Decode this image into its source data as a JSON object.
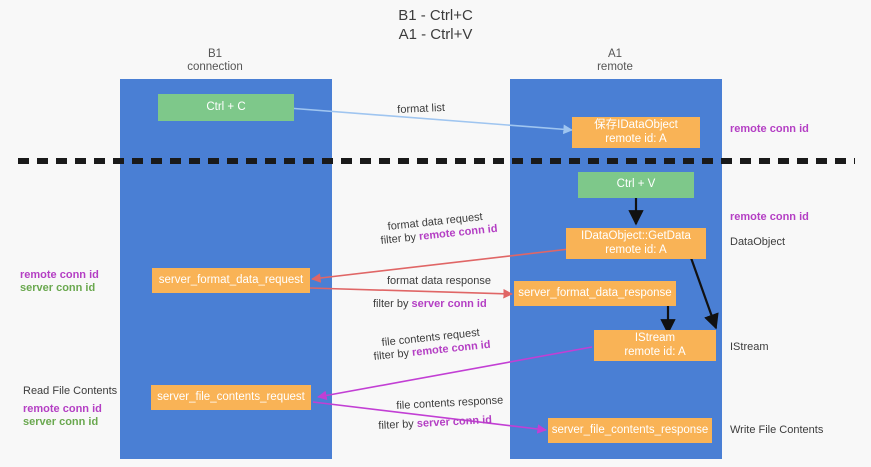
{
  "diagram": {
    "title": "B1 - Ctrl+C\nA1 - Ctrl+V",
    "lanes": [
      {
        "name": "b1",
        "label": "B1\nconnection",
        "color": "#4a7fd4"
      },
      {
        "name": "a1",
        "label": "A1\nremote",
        "color": "#4a7fd4"
      }
    ],
    "boxes": {
      "ctrl_c": "Ctrl + C",
      "ctrl_v": "Ctrl + V",
      "save_idataobject": "保存IDataObject\nremote id: A",
      "idataobject_getdata": "IDataObject::GetData\nremote id: A",
      "istream": "IStream\nremote id: A",
      "server_format_data_request": "server_format_data_request",
      "server_format_data_response": "server_format_data_response",
      "server_file_contents_request": "server_file_contents_request",
      "server_file_contents_response": "server_file_contents_response"
    },
    "edge_labels": {
      "format_list": "format list",
      "format_data_request": "format data request",
      "format_data_request_filter_prefix": "filter by ",
      "format_data_request_filter_key": "remote conn id",
      "format_data_response": "format data response",
      "format_data_response_filter_prefix": "filter by ",
      "format_data_response_filter_key": "server conn id",
      "file_contents_request": "file contents request",
      "file_contents_request_filter_prefix": "filter by ",
      "file_contents_request_filter_key": "remote conn id",
      "file_contents_response": "file contents response",
      "file_contents_response_filter_prefix": "filter by ",
      "file_contents_response_filter_key": "server conn id"
    },
    "right_annotations": [
      {
        "name": "remote-conn-id-top",
        "text": "remote conn id",
        "style": "purple"
      },
      {
        "name": "remote-conn-id-mid",
        "text": "remote conn id",
        "style": "purple"
      },
      {
        "name": "dataobject",
        "text": "DataObject",
        "style": "dark"
      },
      {
        "name": "istream",
        "text": "IStream",
        "style": "dark"
      },
      {
        "name": "write-file-contents",
        "text": "Write File Contents",
        "style": "dark"
      }
    ],
    "left_annotations": [
      {
        "name": "remote-conn-id-left",
        "text": "remote conn id",
        "style": "purple"
      },
      {
        "name": "server-conn-id-left",
        "text": "server conn id",
        "style": "green"
      },
      {
        "name": "read-file-contents",
        "text": "Read File Contents",
        "style": "dark"
      },
      {
        "name": "remote-conn-id-left-2",
        "text": "remote conn id",
        "style": "purple"
      },
      {
        "name": "server-conn-id-left-2",
        "text": "server conn id",
        "style": "green"
      }
    ],
    "colors": {
      "lane": "#4a7fd4",
      "green_box": "#7ec88a",
      "orange_box": "#f9b356",
      "purple_text": "#b43fc4",
      "green_text": "#6aa84f",
      "arrow_blue": "#9fc5f0",
      "arrow_red": "#e06666",
      "arrow_magenta": "#c23fd4",
      "arrow_black": "#000000",
      "divider": "#1a1a1a"
    }
  }
}
